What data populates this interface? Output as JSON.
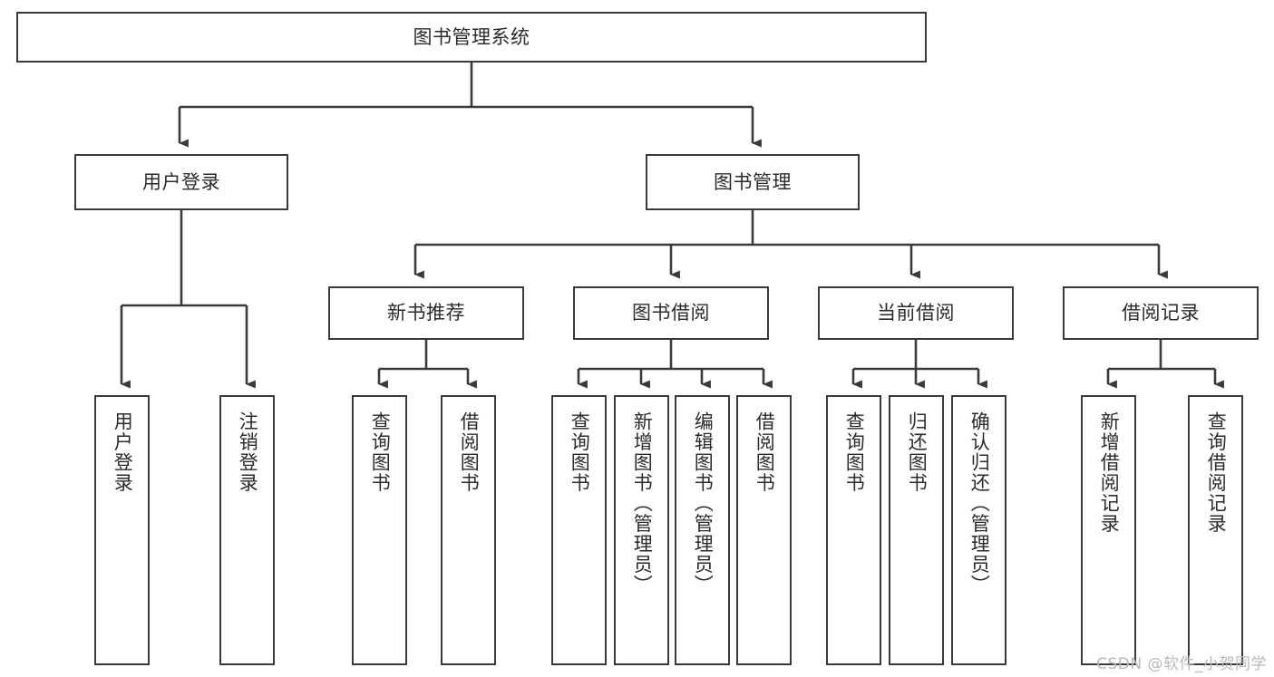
{
  "diagram": {
    "title": "图书管理系统",
    "type": "hierarchy-tree",
    "watermark": "CSDN @软件_小贺同学",
    "colors": {
      "box_border": "#3a3a3a",
      "box_fill": "#ffffff",
      "connector": "#3a3a3a",
      "text": "#2b2b2b",
      "watermark": "#b9b9b9"
    },
    "nodes": {
      "root": {
        "label": "图书管理系统",
        "level": 1,
        "orientation": "horizontal"
      },
      "user_login": {
        "label": "用户登录",
        "level": 2,
        "orientation": "horizontal"
      },
      "book_manage": {
        "label": "图书管理",
        "level": 2,
        "orientation": "horizontal"
      },
      "new_book_rec": {
        "label": "新书推荐",
        "level": 3,
        "orientation": "horizontal"
      },
      "book_borrow": {
        "label": "图书借阅",
        "level": 3,
        "orientation": "horizontal"
      },
      "current_borrow": {
        "label": "当前借阅",
        "level": 3,
        "orientation": "horizontal"
      },
      "borrow_record": {
        "label": "借阅记录",
        "level": 3,
        "orientation": "horizontal"
      },
      "leaf_user_login": {
        "label": "用户登录",
        "level": 3,
        "orientation": "vertical"
      },
      "leaf_logout": {
        "label": "注销登录",
        "level": 3,
        "orientation": "vertical"
      },
      "leaf_rec_query": {
        "label": "查询图书",
        "level": 4,
        "orientation": "vertical"
      },
      "leaf_rec_borrow": {
        "label": "借阅图书",
        "level": 4,
        "orientation": "vertical"
      },
      "leaf_bb_query": {
        "label": "查询图书",
        "level": 4,
        "orientation": "vertical"
      },
      "leaf_bb_add": {
        "label": "新增图书（管理员）",
        "level": 4,
        "orientation": "vertical"
      },
      "leaf_bb_edit": {
        "label": "编辑图书（管理员）",
        "level": 4,
        "orientation": "vertical"
      },
      "leaf_bb_borrow": {
        "label": "借阅图书",
        "level": 4,
        "orientation": "vertical"
      },
      "leaf_cb_query": {
        "label": "查询图书",
        "level": 4,
        "orientation": "vertical"
      },
      "leaf_cb_return": {
        "label": "归还图书",
        "level": 4,
        "orientation": "vertical"
      },
      "leaf_cb_confirm": {
        "label": "确认归还（管理员）",
        "level": 4,
        "orientation": "vertical"
      },
      "leaf_br_add": {
        "label": "新增借阅记录",
        "level": 4,
        "orientation": "vertical"
      },
      "leaf_br_query": {
        "label": "查询借阅记录",
        "level": 4,
        "orientation": "vertical"
      }
    }
  }
}
